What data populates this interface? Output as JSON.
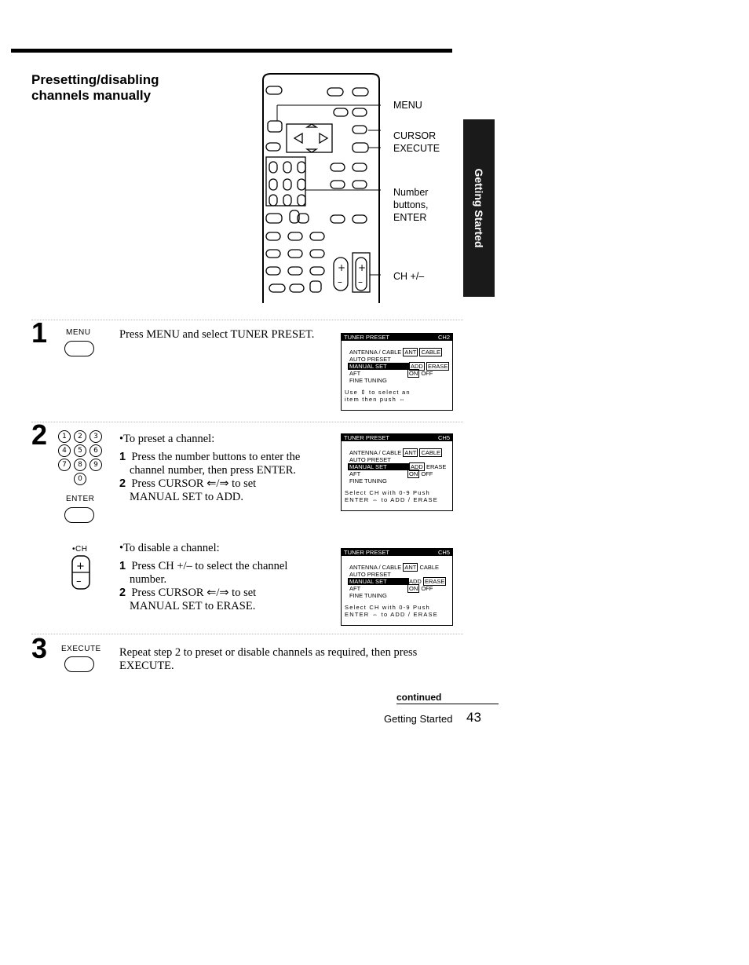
{
  "section": {
    "title_line1": "Presetting/disabling",
    "title_line2": "channels manually"
  },
  "side_tab": "Getting Started",
  "remote_callouts": {
    "menu": "MENU",
    "cursor": "CURSOR",
    "execute": "EXECUTE",
    "number_line1": "Number",
    "number_line2": "buttons,",
    "number_line3": "ENTER",
    "ch": "CH +/–"
  },
  "remote_keys": {
    "plus": "+",
    "minus": "–"
  },
  "step1": {
    "number": "1",
    "button_label": "MENU",
    "text": "Press MENU and select TUNER PRESET."
  },
  "step2": {
    "number": "2",
    "digits": [
      "1",
      "2",
      "3",
      "4",
      "5",
      "6",
      "7",
      "8",
      "9",
      "0"
    ],
    "enter_label": "ENTER",
    "bullet": "•To preset a channel:",
    "sub1_num": "1",
    "sub1_line1": "Press the number buttons to enter the",
    "sub1_line2": "channel number, then press ENTER.",
    "sub2_num": "2",
    "sub2_line1": "Press CURSOR ⇐/⇒ to set",
    "sub2_line2": "MANUAL SET to ADD."
  },
  "disable": {
    "ch_label": "•CH",
    "bullet": "•To disable a channel:",
    "sub1_num": "1",
    "sub1_line1": "Press CH +/– to select the channel",
    "sub1_line2": "number.",
    "sub2_num": "2",
    "sub2_line1": "Press CURSOR ⇐/⇒ to set",
    "sub2_line2": "MANUAL SET to ERASE."
  },
  "step3": {
    "number": "3",
    "button_label": "EXECUTE",
    "line1": "Repeat step 2 to preset or disable channels as required, then press",
    "line2": "EXECUTE."
  },
  "osd1": {
    "header": "TUNER PRESET",
    "channel": "CH2",
    "row1_label": "ANTENNA / CABLE",
    "row1_opt1": "ANT",
    "row1_opt2": "CABLE",
    "row2": "AUTO PRESET",
    "row3_label": "MANUAL SET",
    "row3_opt1": "ADD",
    "row3_opt2": "ERASE",
    "row4_label": "AFT",
    "row4_opt1": "ON",
    "row4_opt2": "OFF",
    "row5": "FINE TUNING",
    "foot1": "Use ⇕ to select an",
    "foot2": "item then push ⇔"
  },
  "osd2": {
    "header": "TUNER PRESET",
    "channel": "CH5",
    "row1_label": "ANTENNA / CABLE",
    "row1_opt1": "ANT",
    "row1_opt2": "CABLE",
    "row2": "AUTO PRESET",
    "row3_label": "MANUAL SET",
    "row3_opt1": "ADD",
    "row3_opt2": "ERASE",
    "row4_label": "AFT",
    "row4_opt1": "ON",
    "row4_opt2": "OFF",
    "row5": "FINE TUNING",
    "foot1": "Select CH with 0-9 Push",
    "foot2": "ENTER ⇔ to ADD / ERASE"
  },
  "osd3": {
    "header": "TUNER PRESET",
    "channel": "CH5",
    "row1_label": "ANTENNA / CABLE",
    "row1_opt1": "ANT",
    "row1_opt2": "CABLE",
    "row2": "AUTO PRESET",
    "row3_label": "MANUAL SET",
    "row3_opt1": "ADD",
    "row3_opt2": "ERASE",
    "row4_label": "AFT",
    "row4_opt1": "ON",
    "row4_opt2": "OFF",
    "row5": "FINE TUNING",
    "foot1": "Select CH with 0-9 Push",
    "foot2": "ENTER ⇔ to ADD / ERASE"
  },
  "footer": {
    "continued": "continued",
    "section_name": "Getting Started",
    "page_number": "43"
  }
}
